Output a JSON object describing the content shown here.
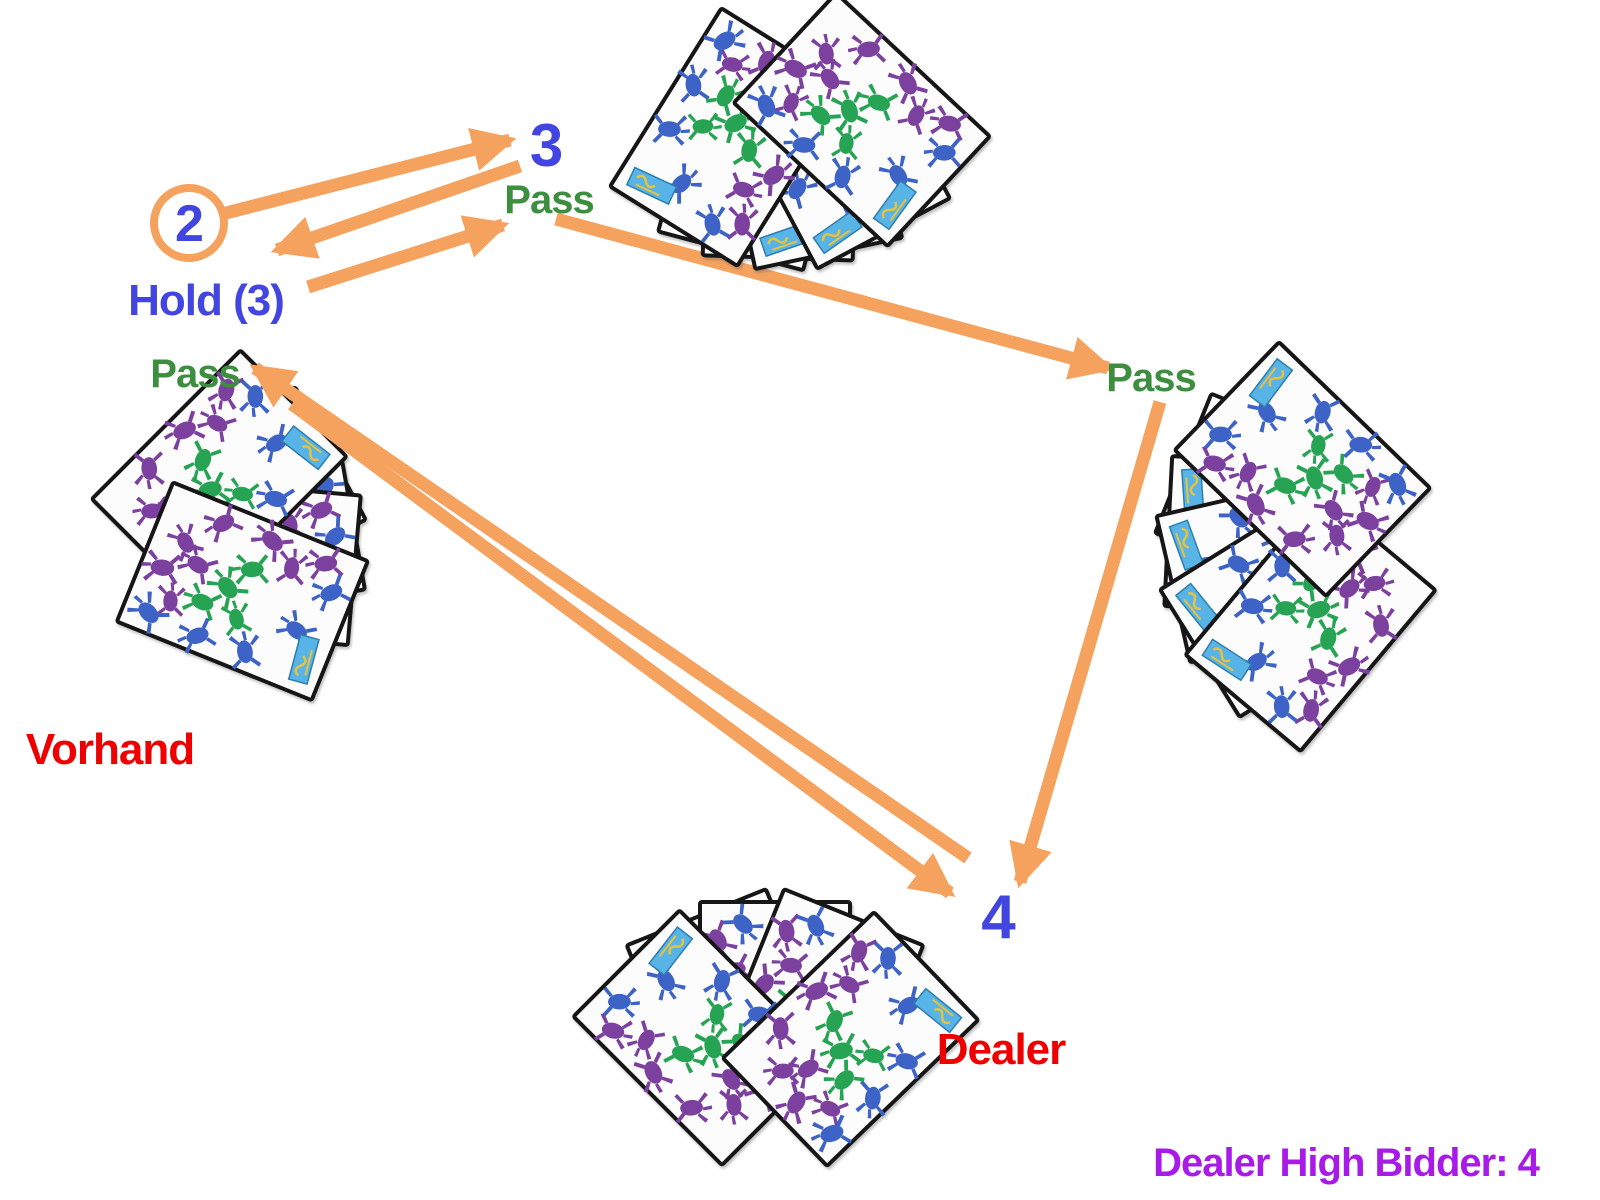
{
  "scene": {
    "background": "#ffffff",
    "description": "card game bidding diagram with four fanned hands"
  },
  "palette": {
    "arrow_orange": "#F6A25F",
    "bid_blue": "#4345E0",
    "pass_green": "#3E8E40",
    "role_red": "#EE0000",
    "result_magenta": "#A81AE8",
    "card_face": "#FCFCFD",
    "card_border": "#151515",
    "bug_blue": "#3D64C6",
    "bug_green": "#28A353",
    "bug_purple": "#7C3F9E",
    "patch_blue": "#58B4E6",
    "patch_gold": "#E7C23D"
  },
  "bidding": {
    "opener_bid": "2",
    "counter_bid": "3",
    "hold_response": "Hold (3)",
    "pass_after_three": "Pass",
    "vorhand_pass": "Pass",
    "east_pass": "Pass",
    "final_bid": "4"
  },
  "players": {
    "west_role": "Vorhand",
    "south_role": "Dealer",
    "north_hand_icon": "card-fan-icon",
    "east_hand_icon": "card-fan-icon",
    "west_hand_icon": "card-fan-icon",
    "south_hand_icon": "card-fan-icon"
  },
  "result_banner": "Dealer High Bidder: 4"
}
